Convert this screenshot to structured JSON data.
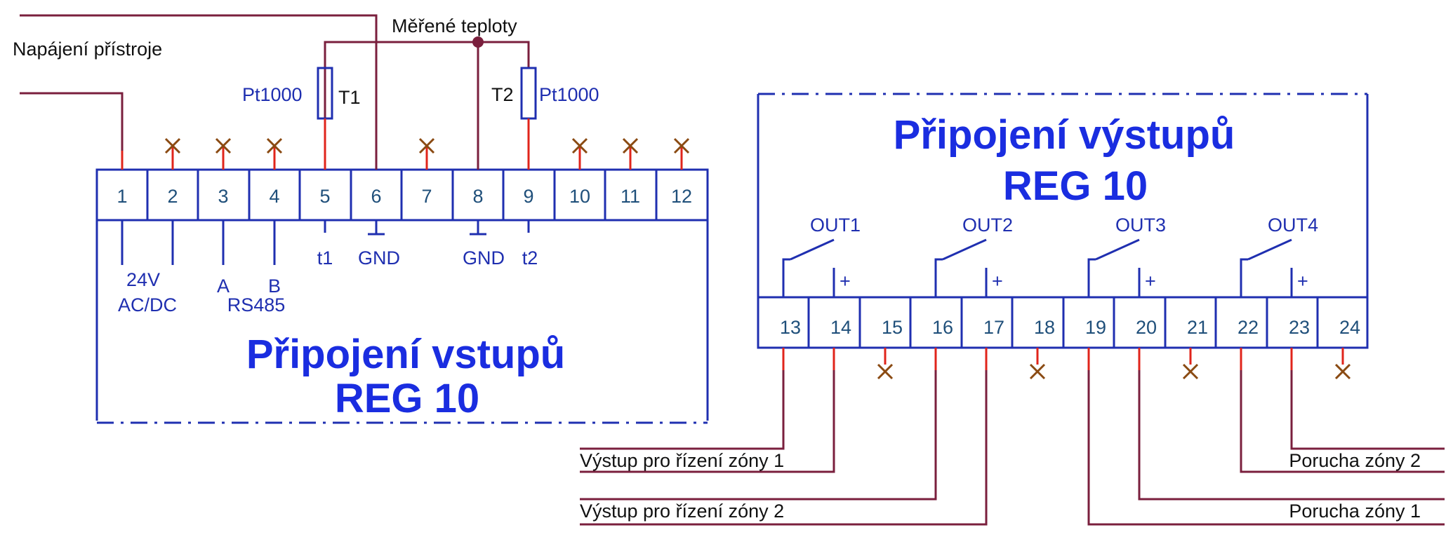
{
  "labels": {
    "power_supply": "Napájení přístroje",
    "measured_temps": "Měřené teploty",
    "sensor_type_left": "Pt1000",
    "sensor_type_right": "Pt1000",
    "sensor_t1": "T1",
    "sensor_t2": "T2"
  },
  "input_block": {
    "title_line1": "Připojení vstupů",
    "title_line2": "REG 10",
    "terminals": [
      "1",
      "2",
      "3",
      "4",
      "5",
      "6",
      "7",
      "8",
      "9",
      "10",
      "11",
      "12"
    ],
    "sub_labels": {
      "power_voltage": "24V",
      "power_type": "AC/DC",
      "rs485_a": "A",
      "rs485_b": "B",
      "rs485": "RS485",
      "t1": "t1",
      "gnd1": "GND",
      "gnd2": "GND",
      "t2": "t2"
    }
  },
  "output_block": {
    "title_line1": "Připojení výstupů",
    "title_line2": "REG 10",
    "terminals": [
      "13",
      "14",
      "15",
      "16",
      "17",
      "18",
      "19",
      "20",
      "21",
      "22",
      "23",
      "24"
    ],
    "outputs": [
      "OUT1",
      "OUT2",
      "OUT3",
      "OUT4"
    ],
    "plus": "+"
  },
  "wire_labels": {
    "zone1_control": "Výstup pro řízení zóny 1",
    "zone2_control": "Výstup pro řízení zóny 2",
    "zone2_fault": "Porucha zóny 2",
    "zone1_fault": "Porucha zóny 1"
  },
  "colors": {
    "wire": "#7a1f3d",
    "lead": "#e0241b",
    "frame": "#1f2fb0",
    "title": "#1a2de0",
    "not_connected": "#8a4a12"
  }
}
